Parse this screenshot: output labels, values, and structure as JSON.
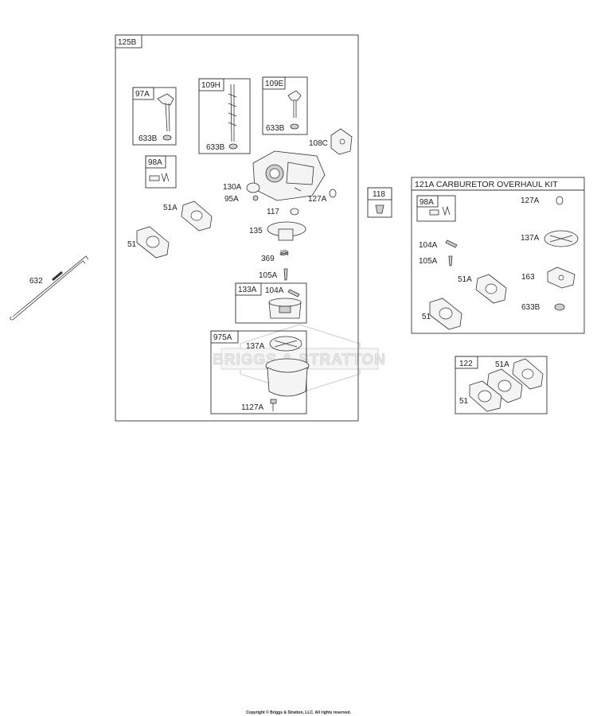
{
  "watermark": "BRIGGS & STRATTON",
  "copyright": "Copyright © Briggs & Stratton, LLC. All rights reserved.",
  "assembly": {
    "main": "125B",
    "sub_97a": "97A",
    "sub_109h": "109H",
    "sub_109e": "109E",
    "sub_98a": "98A",
    "sub_133a": "133A",
    "sub_975a": "975A"
  },
  "kit": {
    "title": "121A CARBURETOR OVERHAUL KIT",
    "sub_98a": "98A"
  },
  "boxes": {
    "b118": "118",
    "b122": "122"
  },
  "labels": {
    "l632": "632",
    "l633b_a": "633B",
    "l633b_b": "633B",
    "l633b_c": "633B",
    "l108c": "108C",
    "l130a": "130A",
    "l95a": "95A",
    "l127a": "127A",
    "l117": "117",
    "l51a": "51A",
    "l51": "51",
    "l135": "135",
    "l369": "369",
    "l105a": "105A",
    "l104a": "104A",
    "l137a": "137A",
    "l1127a": "1127A",
    "k127a": "127A",
    "k104a": "104A",
    "k105a": "105A",
    "k137a": "137A",
    "k51a": "51A",
    "k163": "163",
    "k633b": "633B",
    "k51": "51",
    "g51a": "51A",
    "g51": "51"
  }
}
